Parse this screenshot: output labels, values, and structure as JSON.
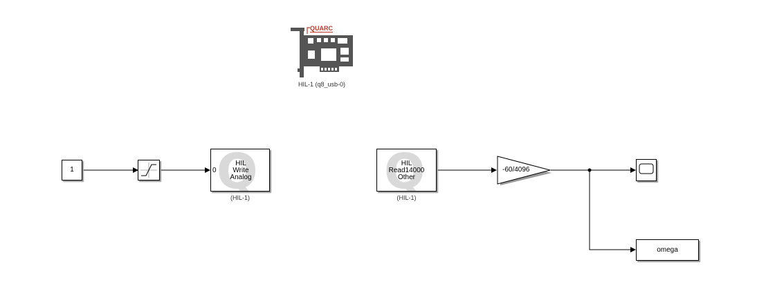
{
  "hil_card": {
    "brand": "QUARC",
    "caption": "HIL-1 (q8_usb-0)"
  },
  "constant": {
    "value": "1"
  },
  "saturation": {
    "icon": "saturation-icon"
  },
  "hil_write": {
    "line1": "HIL",
    "line2": "Write",
    "line3": "Analog",
    "port": "0",
    "caption": "(HIL-1)"
  },
  "hil_read": {
    "line1": "HIL",
    "line2": "Read14000",
    "line3": "Other",
    "caption": "(HIL-1)"
  },
  "gain": {
    "value": "-60/4096"
  },
  "scope": {
    "icon": "scope-icon"
  },
  "to_workspace": {
    "name": "omega"
  },
  "colors": {
    "accent": "#c0392b",
    "line": "#000000",
    "card": "#555555"
  }
}
